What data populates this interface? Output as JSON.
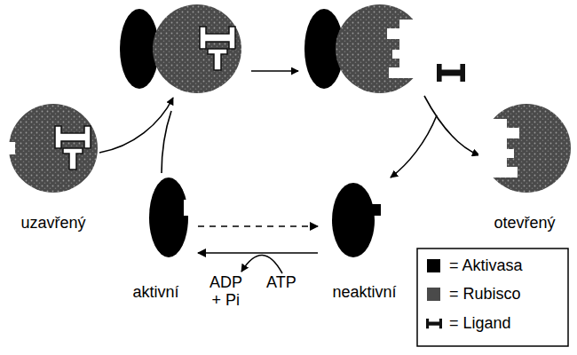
{
  "diagram": {
    "nodes": [
      {
        "text": [
          "uzavřený"
        ]
      },
      {
        "text": [
          "otevřený"
        ]
      },
      {
        "text": [
          "aktivní"
        ]
      },
      {
        "text": [
          "neaktivní"
        ]
      }
    ],
    "edges": [
      {
        "from": 2,
        "to": 3,
        "arrow": "to"
      },
      {
        "from": 3,
        "to": 2,
        "arrow": "to"
      }
    ],
    "labels": [
      "ADP + Pi",
      "ATP"
    ],
    "legend": [
      {
        "text": "= Aktivasa",
        "color": "#000000"
      },
      {
        "text": "= Rubisco",
        "color": "#4a4a4a"
      },
      {
        "text": "= Ligand"
      }
    ]
  }
}
